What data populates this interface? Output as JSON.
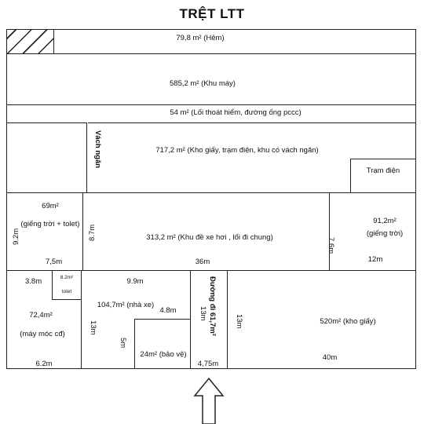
{
  "title": "TRỆT LTT",
  "zones": {
    "hem": "79,8 m² (Hẻm)",
    "khu_may": "585,2 m² (Khu máy)",
    "loi_thoat_hiem": "54 m² (Lối thoát hiểm, đường ống pccc)",
    "kho_giay_tram": "717,2 m² (Kho giấy, trạm điện, khu có vách ngăn)",
    "vach_ngan": "Vách ngăn",
    "tram_dien": "Trạm điện",
    "gieng_troi_toilet_area": "69m²",
    "gieng_troi_toilet_desc": "(giếng trời + tolet)",
    "dim_9_2": "9.2m",
    "dim_7_5": "7,5m",
    "dim_8_7": "8.7m",
    "khu_de_xe": "313,2 m² (Khu đề xe hơi , lối đi chung)",
    "dim_36": "36m",
    "dim_7_6": "7.6m",
    "gieng_troi_area": "91,2m²",
    "gieng_troi_desc": "(giếng trời)",
    "dim_12": "12m",
    "dim_3_8": "3.8m",
    "toilet_area": "8.2m²",
    "toilet_label": "tolet",
    "may_moc_area": "72,4m²",
    "may_moc_desc": "(máy móc cđ)",
    "dim_6_2": "6.2m",
    "dim_9_9": "9.9m",
    "nha_xe": "104,7m² (nhà xe)",
    "dim_4_8": "4.8m",
    "dim_13_left": "13m",
    "dim_5": "5m",
    "bao_ve": "24m² (bảo vệ)",
    "duong_di": "Đường đi 61,7m²",
    "dim_13_road": "13m",
    "dim_4_75": "4,75m",
    "dim_13_right": "13m",
    "kho_giay": "520m² (kho giấy)",
    "dim_40": "40m"
  }
}
